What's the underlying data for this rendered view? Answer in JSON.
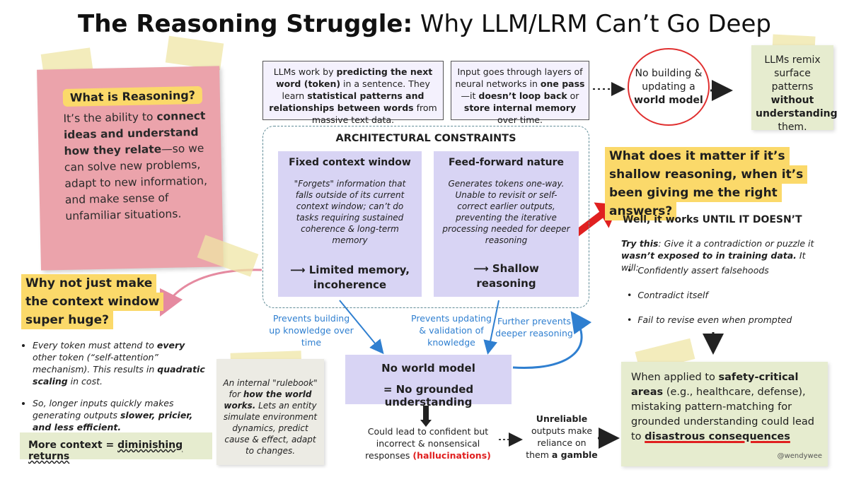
{
  "title": {
    "bold": "The Reasoning Struggle:",
    "rest": " Why LLM/LRM Can’t Go Deep"
  },
  "reasoning": {
    "heading": "What is Reasoning?",
    "p1": "It’s the ability to ",
    "k1": "connect ideas and understand how they relate",
    "p2": "—so we can solve new problems, adapt to new information, and make sense of unfamiliar situations."
  },
  "llm_box": {
    "a": "LLMs work by ",
    "b": "predicting the next word (token)",
    "c": " in a sentence. They learn ",
    "d": "statistical patterns and relationships between words",
    "e": " from massive text data."
  },
  "input_box": {
    "a": "Input goes through layers of neural networks in ",
    "b": "one pass",
    "c": "—it ",
    "d": "doesn’t loop back",
    "e": " or ",
    "f": "store internal memory",
    "g": " over time."
  },
  "world_circle": {
    "a": "No building & updating a ",
    "b": "world model"
  },
  "remix_note": {
    "a": "LLMs remix surface patterns ",
    "b": "without understanding",
    "c": " them."
  },
  "arch": {
    "title": "ARCHITECTURAL CONSTRAINTS",
    "left": {
      "title": "Fixed context window",
      "body": "\"Forgets\" information that falls outside of its current context window; can’t do tasks requiring sustained coherence & long-term memory",
      "result": "⟶ Limited memory, incoherence"
    },
    "right": {
      "title": "Feed-forward nature",
      "body": "Generates tokens one-way. Unable to revisit or self-correct earlier outputs, preventing the iterative processing needed for deeper reasoning",
      "result": "⟶ Shallow reasoning"
    }
  },
  "question": "What does it matter if it’s shallow reasoning, when it’s been giving me the right answers?",
  "works_until": "Well, it works UNTIL IT DOESN’T",
  "try_this": {
    "a": "Try this",
    "b": ": Give it a contradiction or puzzle it ",
    "c": "wasn’t exposed to in training data.",
    "d": " It will:"
  },
  "will_items": [
    "Confidently assert falsehoods",
    "Contradict itself",
    "Fail to revise even when prompted"
  ],
  "safety": {
    "a": "When applied to ",
    "b": "safety-critical areas",
    "c": " (e.g.,  healthcare, defense), mistaking pattern-matching for grounded understanding could lead to ",
    "d": "disastrous consequences"
  },
  "handle": "@wendywee",
  "why_not": "Why not just make the context window super huge?",
  "bullets": {
    "b1a": "Every token must attend to ",
    "b1b": "every",
    "b1c": " other token (“self-attention” mechanism). This results in ",
    "b1d": "quadratic scaling",
    "b1e": " in cost.",
    "b2a": "So, longer inputs quickly makes generating outputs ",
    "b2b": "slower, pricier, and less efficient."
  },
  "more_context": {
    "a": "More context = ",
    "b": "diminishing returns"
  },
  "rulebook": {
    "a": "An internal \"rulebook\" for ",
    "b": "how the world works.",
    "c": " Lets an entity simulate environment dynamics, predict cause & effect, adapt to changes."
  },
  "no_world": {
    "a": "No world model",
    "b": "= No grounded understanding"
  },
  "arrow_labels": {
    "l1": "Prevents building up knowledge over time",
    "l2": "Prevents updating & validation of knowledge",
    "l3": "Further prevents deeper reasoning"
  },
  "hallucination": {
    "a": "Could lead to confident but incorrect & nonsensical responses ",
    "b": "(hallucinations)"
  },
  "unreliable": {
    "a": "Unreliable",
    "b": " outputs make reliance on them ",
    "c": "a gamble"
  },
  "colors": {
    "pink": "#eba3ab",
    "yellow": "#fbd96a",
    "lavender": "#d8d4f4",
    "green": "#e6eccf",
    "red": "#e02020",
    "blue": "#2f7fd0"
  }
}
